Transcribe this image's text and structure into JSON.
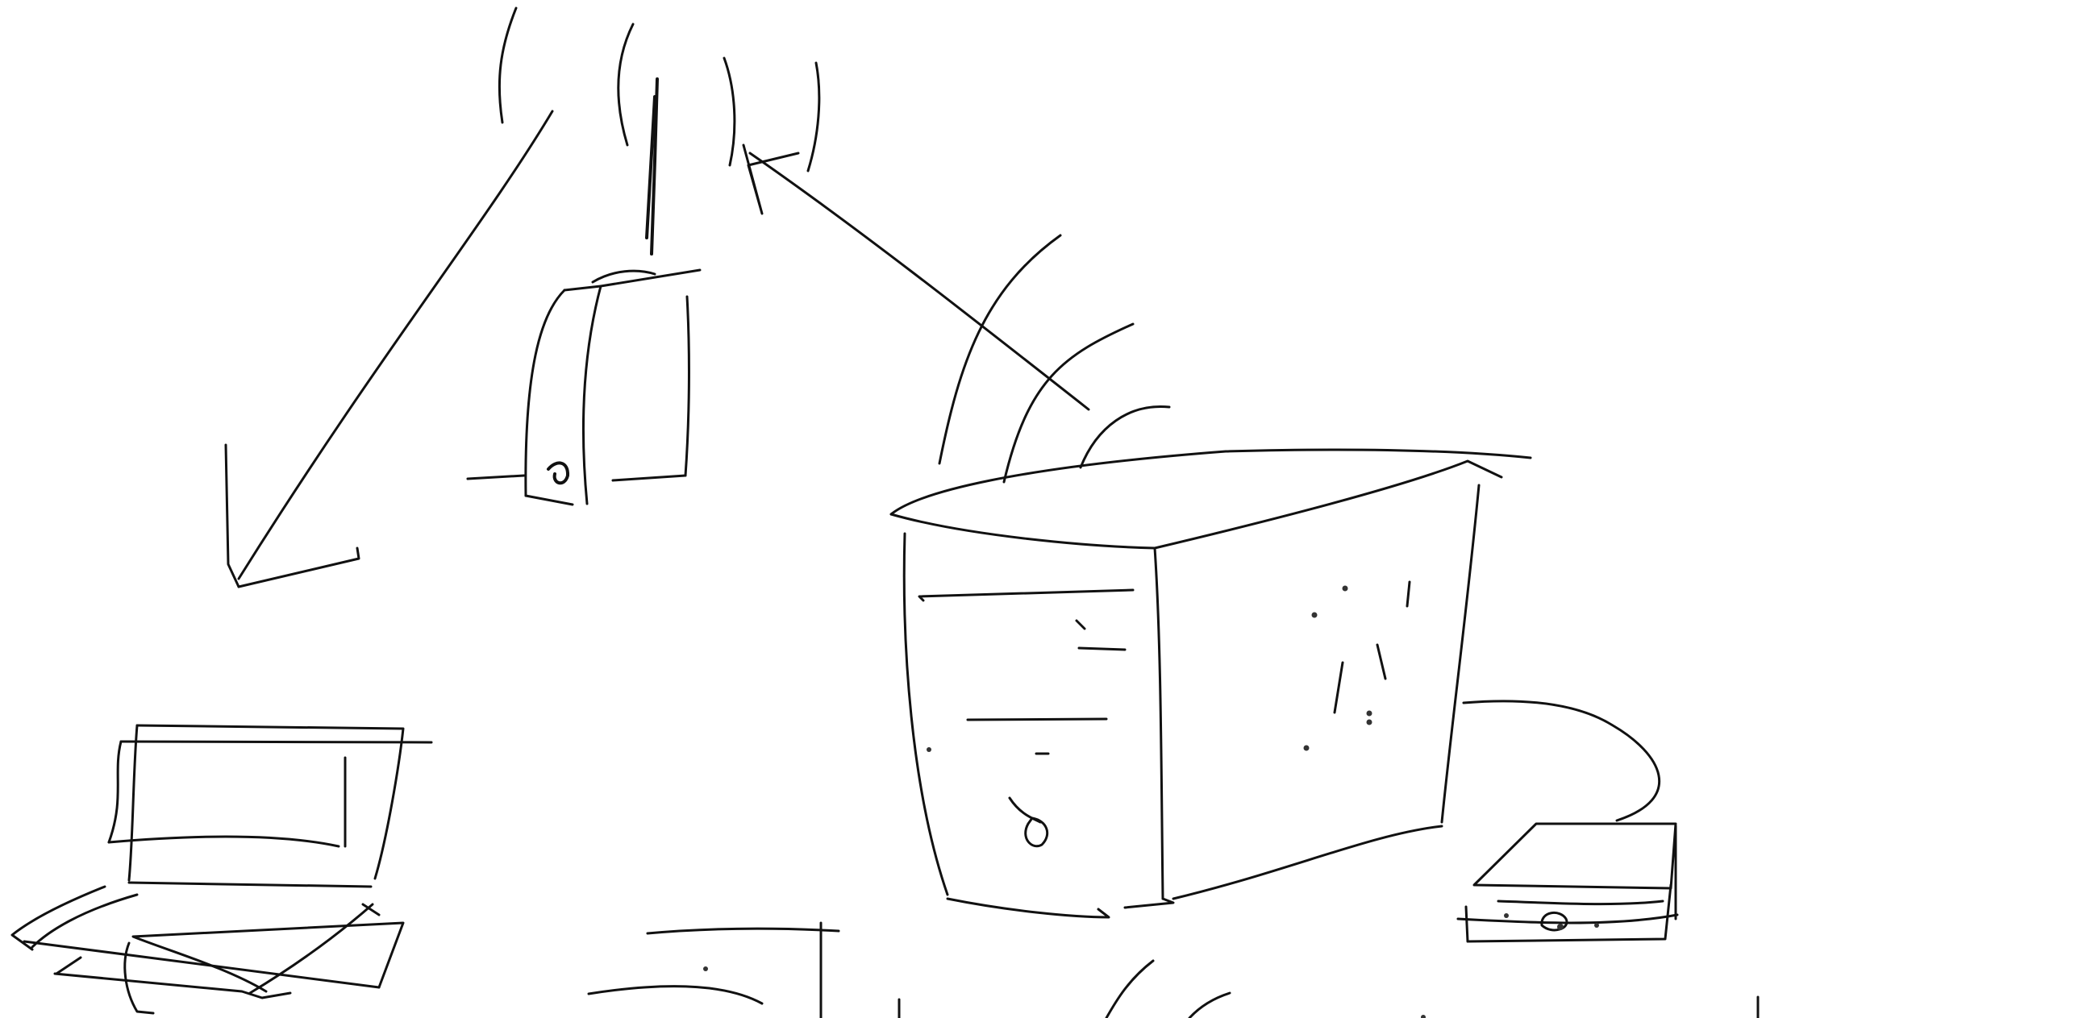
{
  "canvas": {
    "background": "#ffffff",
    "ink_color": "#111111"
  },
  "sketch": {
    "elements": [
      "wifi-signal-icon",
      "router-icon",
      "arrow-to-laptop",
      "arrow-from-tower",
      "tower-wifi-arcs",
      "pc-tower",
      "external-drive",
      "laptop"
    ]
  }
}
